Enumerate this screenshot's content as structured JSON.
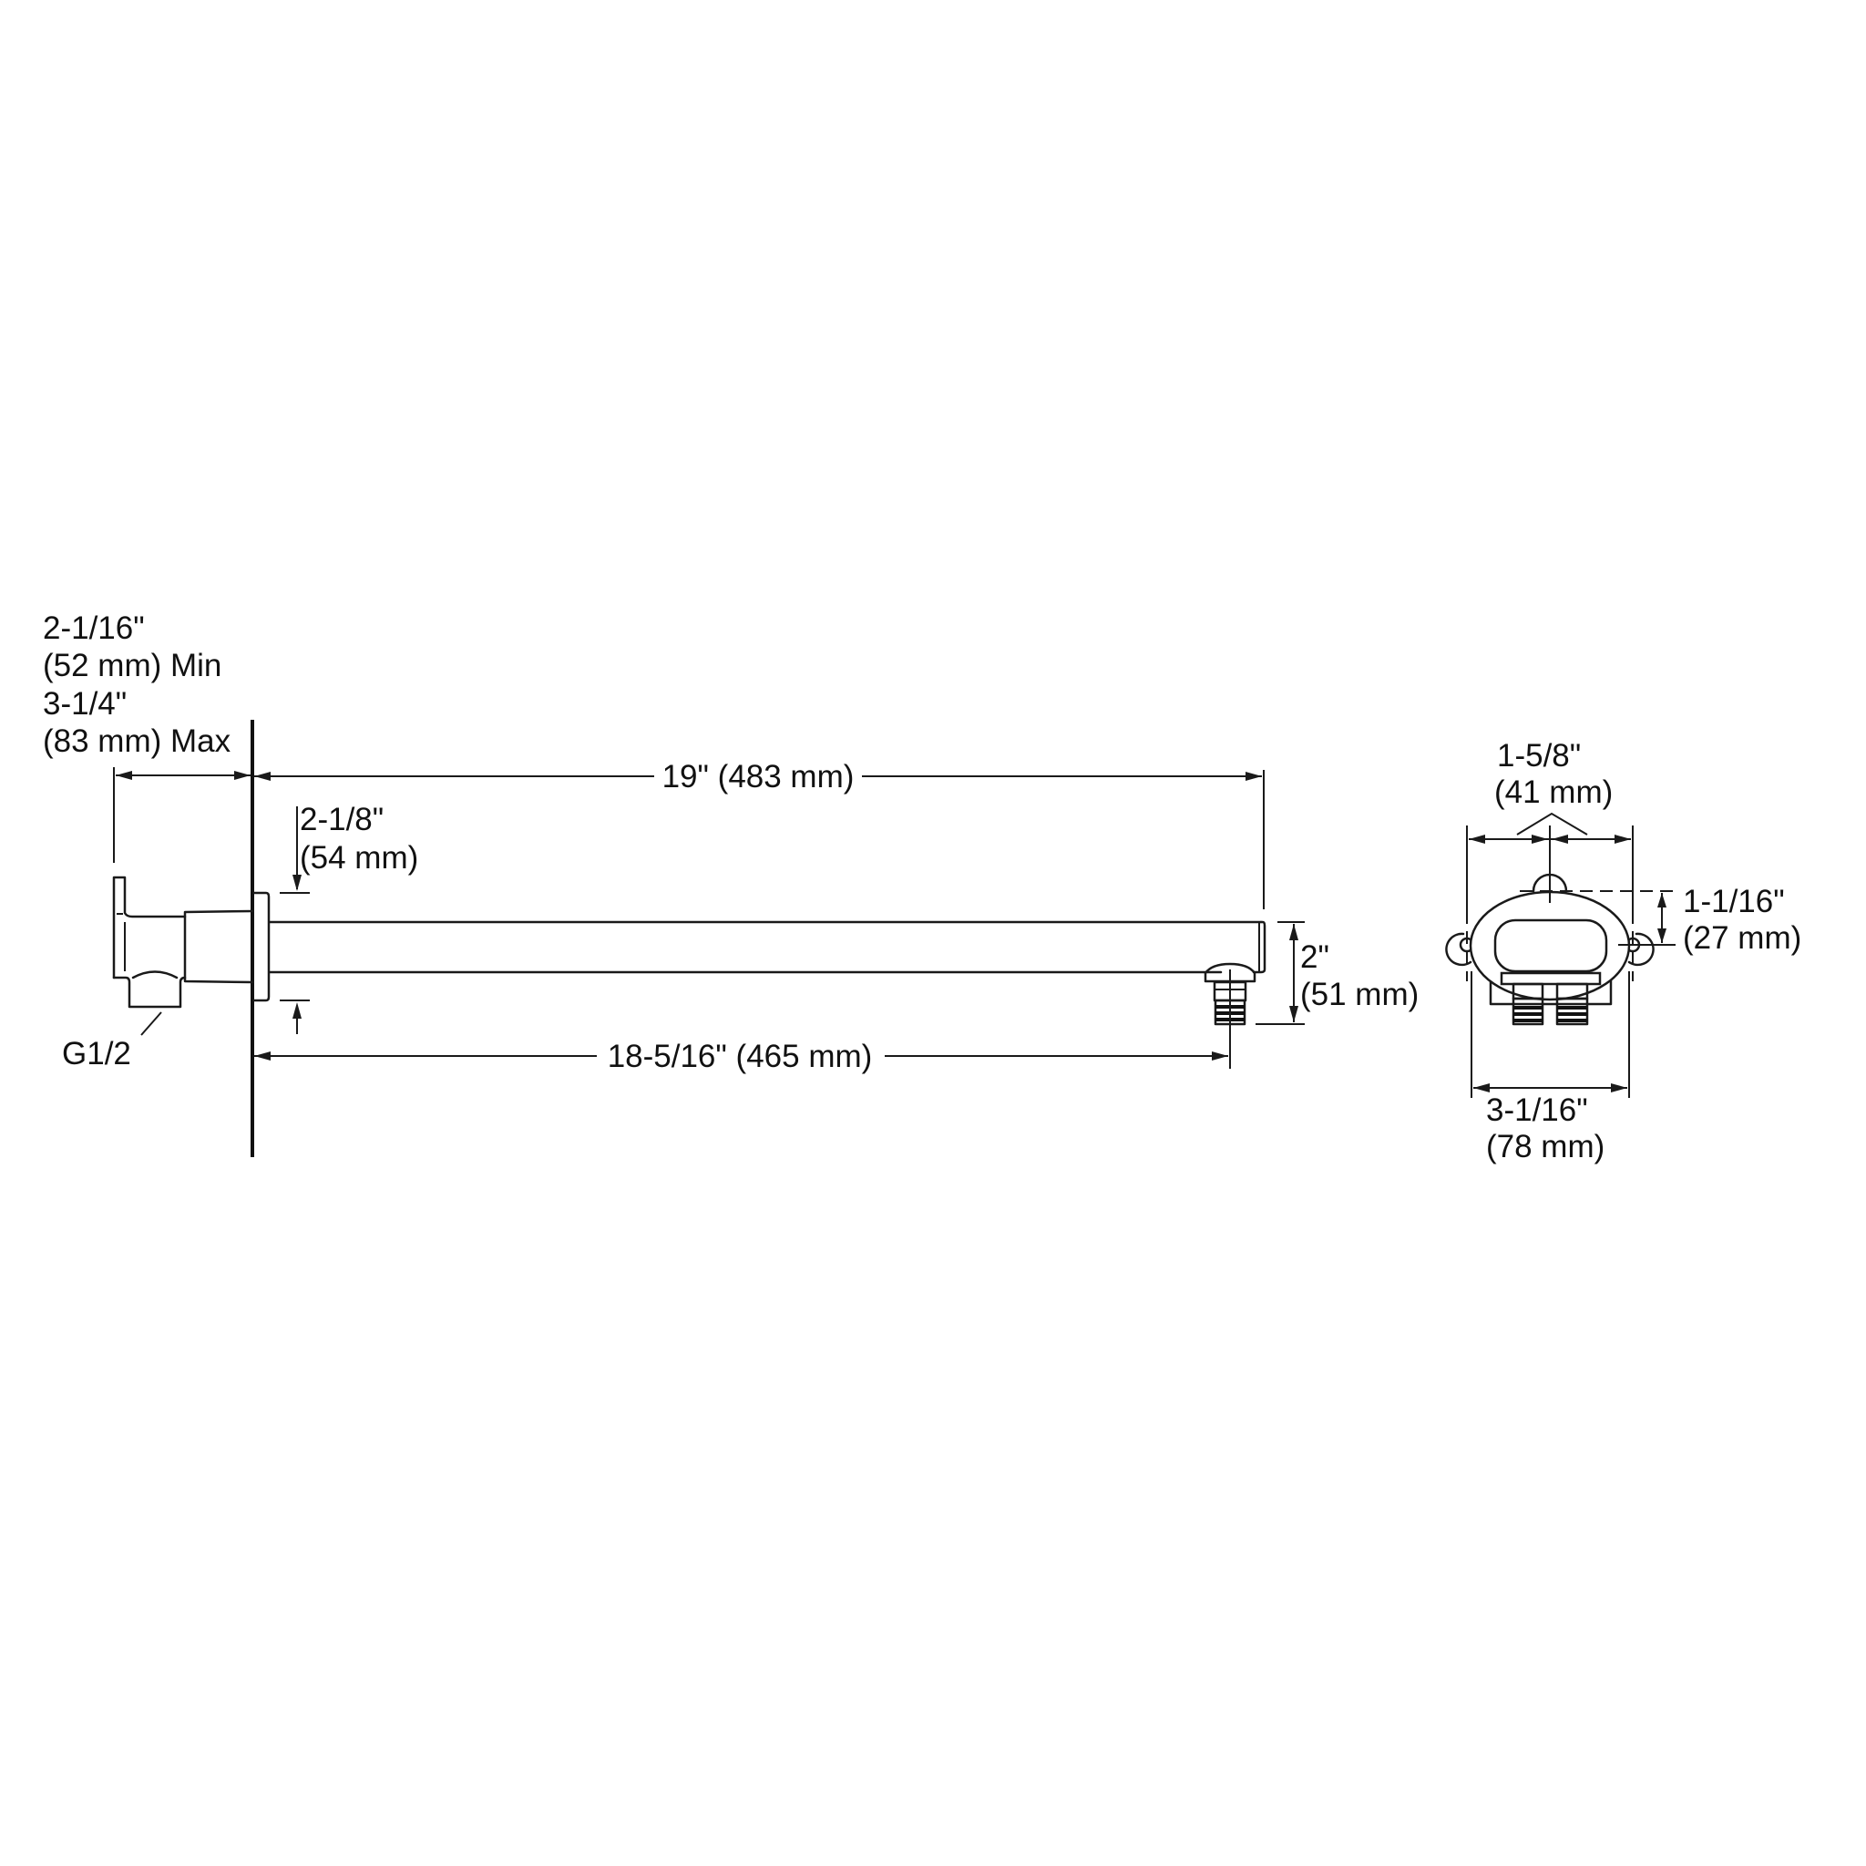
{
  "side_view": {
    "projection_label": [
      "2-1/16\"",
      "(52 mm) Min",
      "3-1/4\"",
      "(83 mm) Max"
    ],
    "overall_length": "19\" (483 mm)",
    "arm_height_label": [
      "2-1/8\"",
      "(54 mm)"
    ],
    "outlet_length": "18-5/16\" (465 mm)",
    "drop_label": [
      "2\"",
      "(51 mm)"
    ],
    "thread_label": "G1/2"
  },
  "end_view": {
    "hole_spacing_label": [
      "1-5/8\"",
      "(41 mm)"
    ],
    "offset_label": [
      "1-1/16\"",
      "(27 mm)"
    ],
    "width_label": [
      "3-1/16\"",
      "(78 mm)"
    ]
  }
}
